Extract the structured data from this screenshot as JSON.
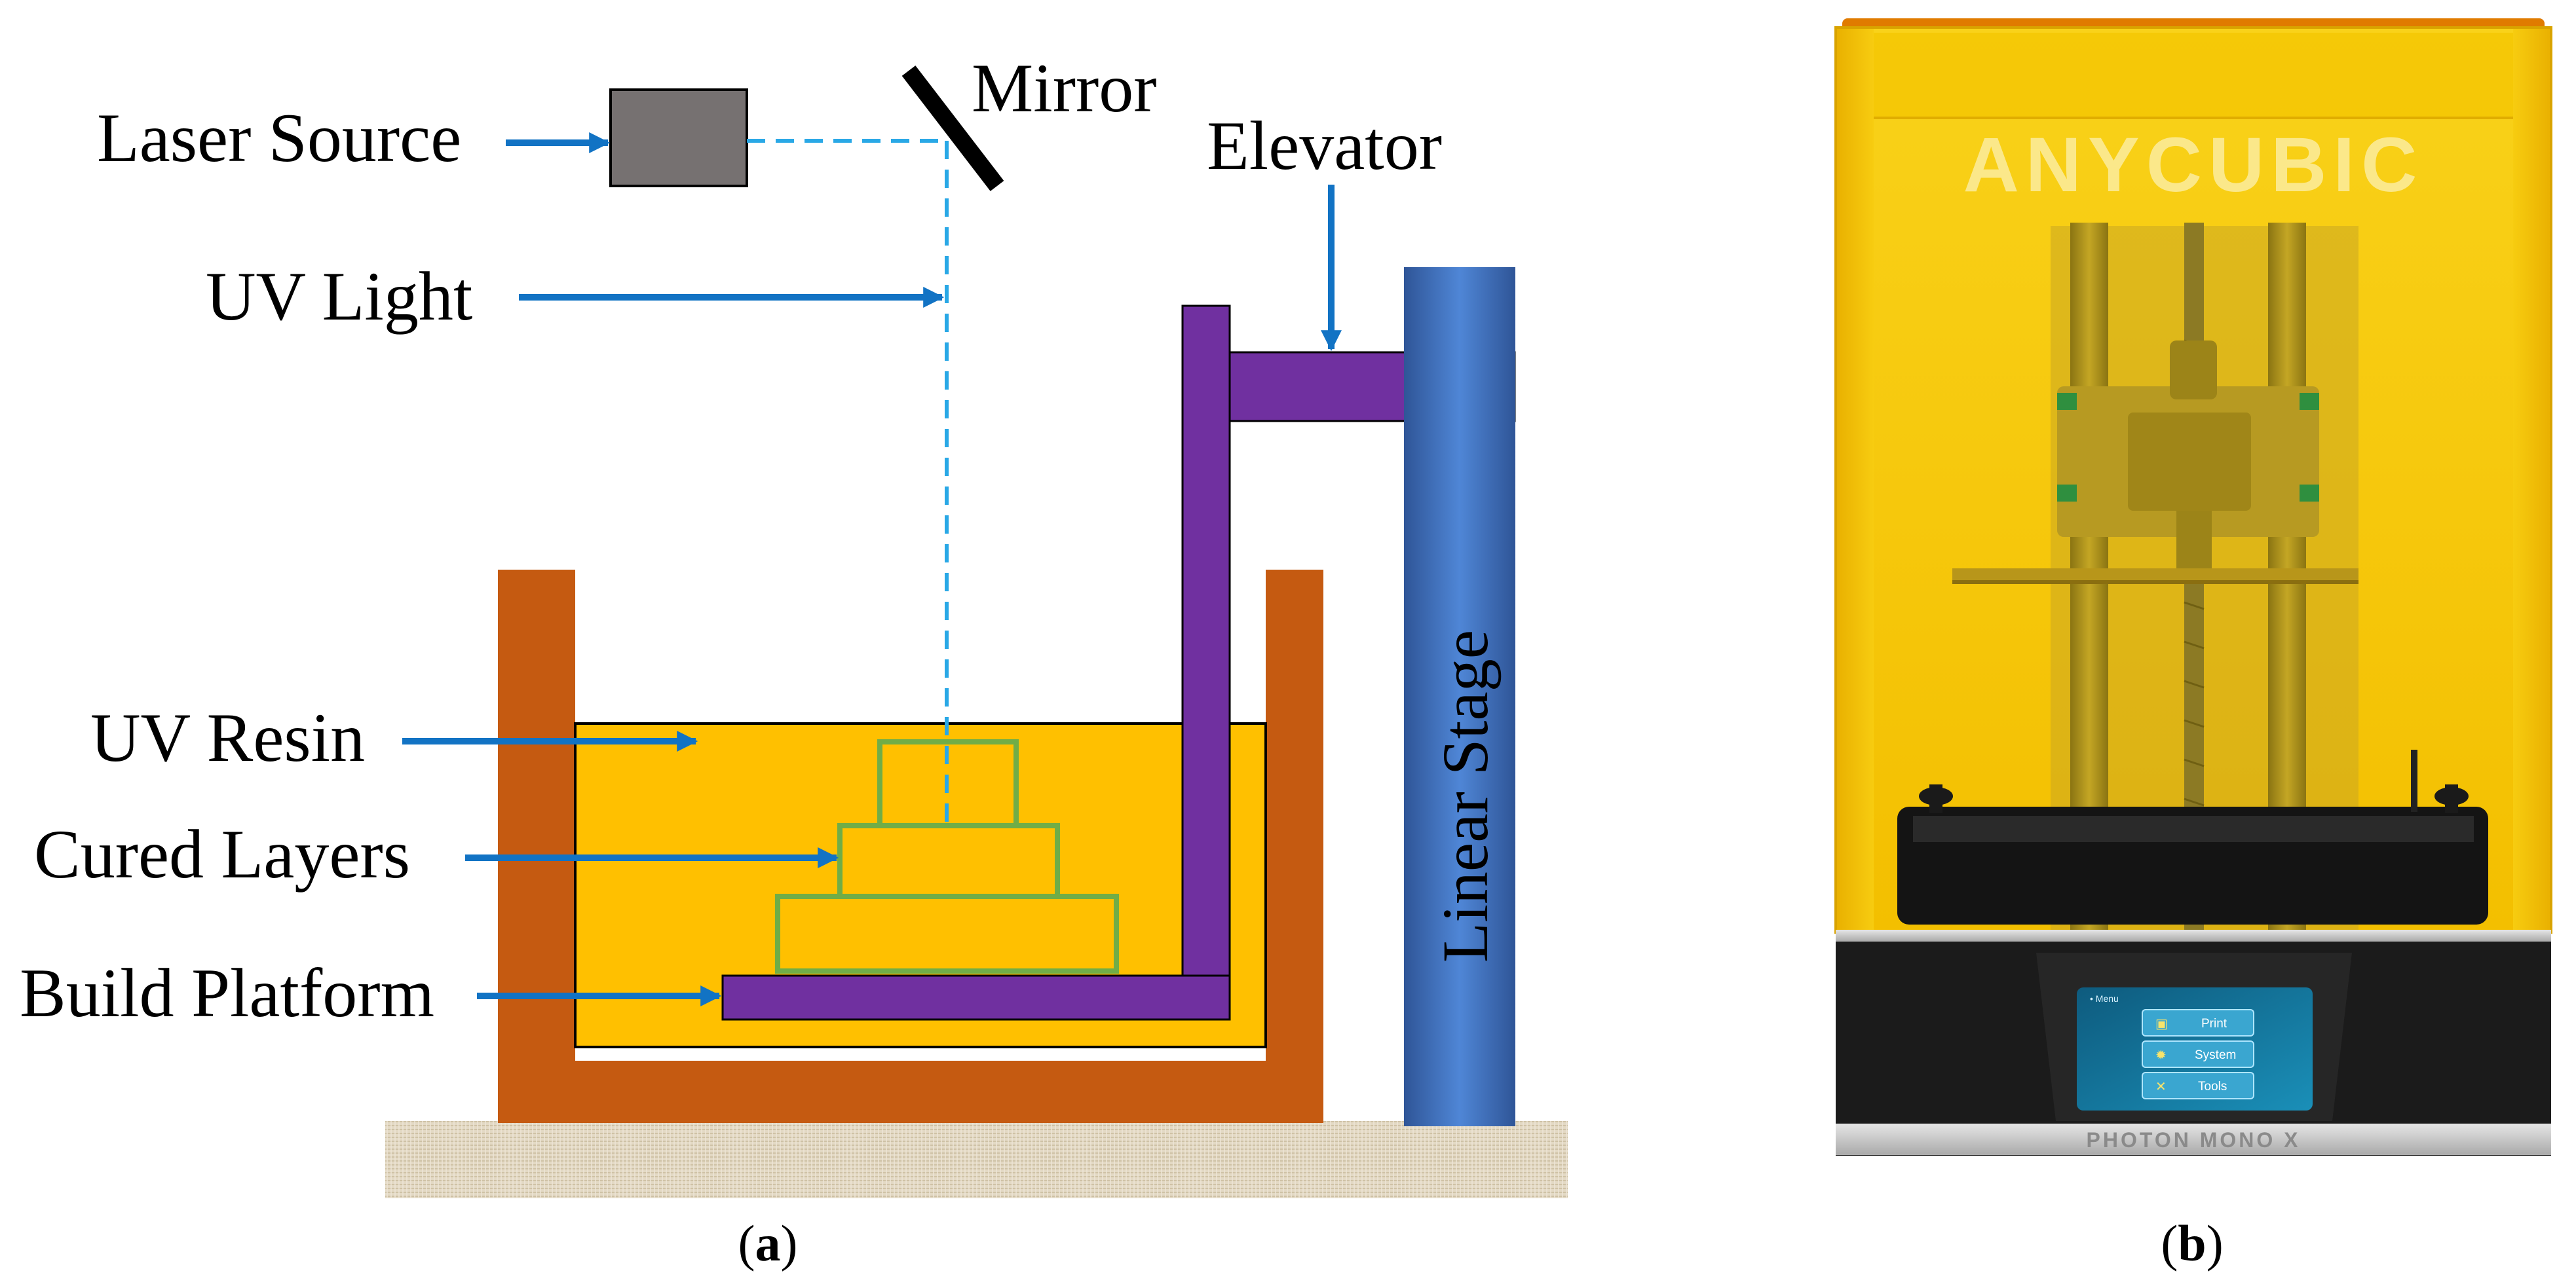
{
  "panel_a": {
    "labels": {
      "laser_source": "Laser Source",
      "mirror": "Mirror",
      "elevator": "Elevator",
      "uv_light": "UV Light",
      "uv_resin": "UV Resin",
      "cured_layers": "Cured Layers",
      "build_platform": "Build Platform",
      "linear_stage": "Linear Stage"
    },
    "caption": {
      "open": "(",
      "letter": "a",
      "close": ")"
    },
    "colors": {
      "arrow": "#1273c4",
      "laser_beam": "#29a8e6",
      "tank": "#c55a11",
      "resin": "#ffc000",
      "layer_outline": "#70ad47",
      "platform": "#7030a0",
      "linear_stage": "#4472c4",
      "laser_box": "#767171",
      "base": "#d9cdb5"
    }
  },
  "panel_b": {
    "brand": "ANYCUBIC",
    "model": "PHOTON MONO X",
    "screen": {
      "header": "• Menu",
      "buttons": [
        "Print",
        "System",
        "Tools"
      ]
    },
    "caption": {
      "open": "(",
      "letter": "b",
      "close": ")"
    },
    "colors": {
      "cover": "#f7c600",
      "cover_edge": "#e07b00",
      "base": "#1b1b1b",
      "metal": "#c9c9c9"
    }
  }
}
